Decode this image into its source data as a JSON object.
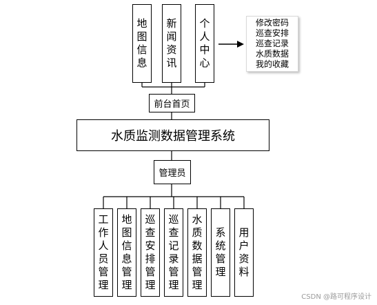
{
  "top_modules": [
    {
      "label": "地图信息"
    },
    {
      "label": "新闻资讯"
    },
    {
      "label": "个人中心"
    }
  ],
  "personal_center_items": [
    "修改密码",
    "巡查安排",
    "巡查记录",
    "水质数据",
    "我的收藏"
  ],
  "front_home": "前台首页",
  "system_title": "水质监测数据管理系统",
  "admin": "管理员",
  "admin_modules": [
    {
      "label": "工作人员管理"
    },
    {
      "label": "地图信息管理"
    },
    {
      "label": "巡查安排管理"
    },
    {
      "label": "巡查记录管理"
    },
    {
      "label": "水质数据管理"
    },
    {
      "label": "系统管理"
    },
    {
      "label": "用户资料"
    }
  ],
  "watermark": "CSDN @路可程序设计"
}
